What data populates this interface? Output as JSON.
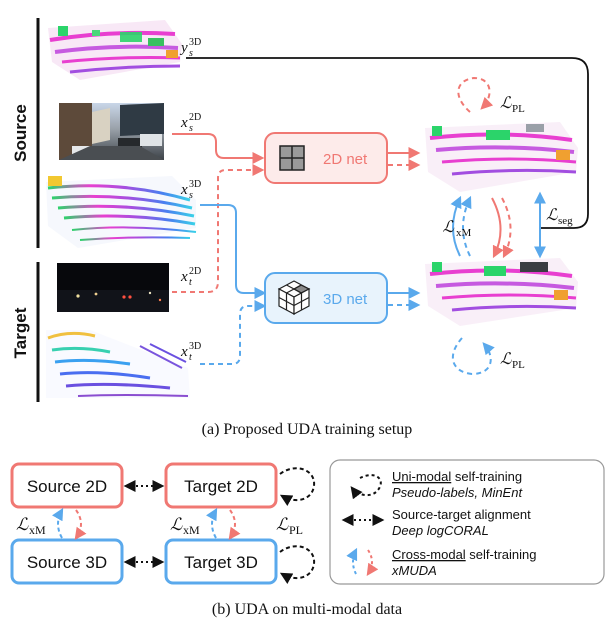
{
  "colors": {
    "red": "#f07873",
    "blue": "#5aa9ec",
    "black": "#111111",
    "box_red_fill": "#fdebea",
    "box_blue_fill": "#e8f3fc"
  },
  "panel_a": {
    "side_labels": {
      "source": "Source",
      "target": "Target"
    },
    "inputs": {
      "ys": {
        "base": "y",
        "sub": "s",
        "sup": "3D"
      },
      "xs2d": {
        "base": "x",
        "sub": "s",
        "sup": "2D"
      },
      "xs3d": {
        "base": "x",
        "sub": "s",
        "sup": "3D"
      },
      "xt2d": {
        "base": "x",
        "sub": "t",
        "sup": "2D"
      },
      "xt3d": {
        "base": "x",
        "sub": "t",
        "sup": "3D"
      }
    },
    "nets": {
      "net2d": "2D net",
      "net3d": "3D net"
    },
    "losses": {
      "pl_top": {
        "base": "ℒ",
        "sub": "PL"
      },
      "xm": {
        "base": "ℒ",
        "sub": "xM"
      },
      "seg": {
        "base": "ℒ",
        "sub": "seg"
      },
      "pl_bottom": {
        "base": "ℒ",
        "sub": "PL"
      }
    },
    "caption": "(a) Proposed UDA training setup"
  },
  "panel_b": {
    "boxes": {
      "source2d": "Source 2D",
      "target2d": "Target 2D",
      "source3d": "Source 3D",
      "target3d": "Target 3D"
    },
    "losses": {
      "xm_left": {
        "base": "ℒ",
        "sub": "xM"
      },
      "xm_mid": {
        "base": "ℒ",
        "sub": "xM"
      },
      "pl": {
        "base": "ℒ",
        "sub": "PL"
      }
    },
    "legend": [
      {
        "title": "Uni-modal",
        "title_rest": " self-training",
        "detail": "Pseudo-labels, MinEnt"
      },
      {
        "title": "",
        "title_rest": "Source-target alignment",
        "detail": "Deep logCORAL"
      },
      {
        "title": "Cross-modal",
        "title_rest": " self-training",
        "detail": "xMUDA"
      }
    ],
    "caption": "(b) UDA on multi-modal data"
  }
}
